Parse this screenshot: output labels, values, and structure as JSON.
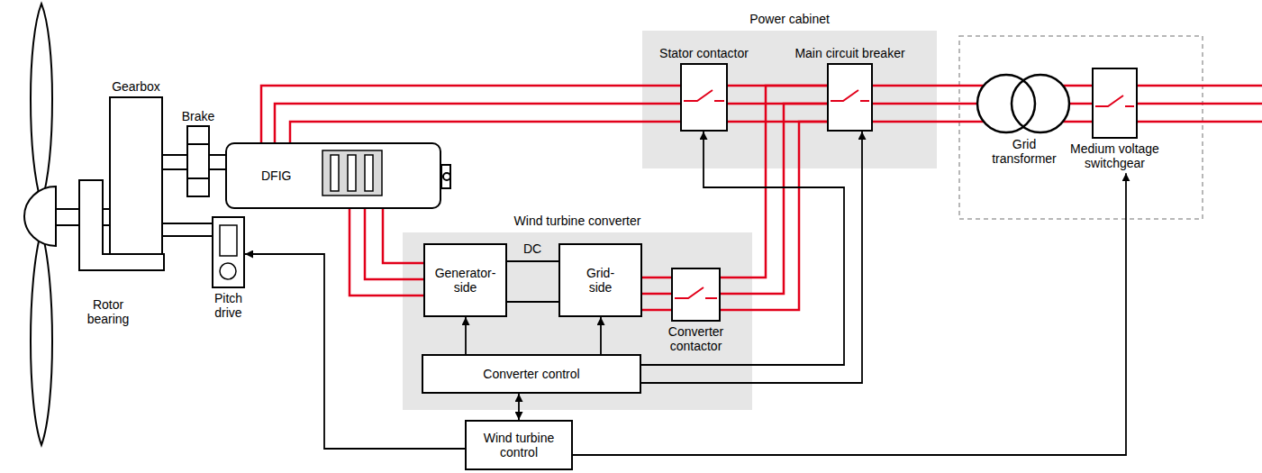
{
  "diagram": {
    "nodes": [
      {
        "text": [
          "Power cabinet"
        ]
      },
      {
        "text": [
          "Stator contactor"
        ],
        "in": 0
      },
      {
        "text": [
          "Main circuit breaker"
        ],
        "in": 0
      },
      {
        "text": [
          "DFIG"
        ]
      },
      {
        "text": [
          "Pitch drive"
        ]
      },
      {
        "text": [
          "Wind turbine converter"
        ]
      },
      {
        "text": [
          "Generator- side"
        ],
        "in": 5
      },
      {
        "text": [
          "Grid- side"
        ],
        "in": 5
      },
      {
        "text": [
          "Converter contactor"
        ],
        "in": 5
      },
      {
        "text": [
          "Converter control"
        ],
        "in": 5
      },
      {
        "text": [
          "Medium voltage switchgear"
        ]
      },
      {
        "text": [
          "Wind turbine control"
        ]
      }
    ],
    "edges": [
      {
        "from": 3,
        "to": 1,
        "arrow": "none"
      },
      {
        "from": 1,
        "to": 2,
        "arrow": "none"
      },
      {
        "from": 3,
        "to": 6,
        "arrow": "none"
      },
      {
        "from": 6,
        "to": 7,
        "arrow": "none",
        "label": "DC"
      },
      {
        "from": 7,
        "to": 8,
        "arrow": "none"
      },
      {
        "from": 8,
        "to": 2,
        "arrow": "none"
      },
      {
        "from": 9,
        "to": 6,
        "arrow": "to"
      },
      {
        "from": 9,
        "to": 7,
        "arrow": "to"
      },
      {
        "from": 9,
        "to": 1,
        "arrow": "to"
      },
      {
        "from": 9,
        "to": 2,
        "arrow": "to"
      },
      {
        "from": 11,
        "to": 9,
        "arrow": "both"
      },
      {
        "from": 11,
        "to": 4,
        "arrow": "to"
      },
      {
        "from": 11,
        "to": 10,
        "arrow": "to"
      }
    ],
    "labels": [
      "Gearbox",
      "Brake",
      "Rotor bearing",
      "Grid transformer"
    ]
  }
}
